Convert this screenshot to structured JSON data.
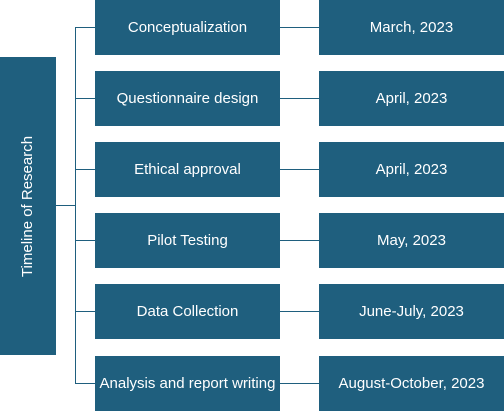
{
  "root_label": "Timeline of Research",
  "stages": [
    {
      "name": "Conceptualization",
      "date": "March, 2023"
    },
    {
      "name": "Questionnaire design",
      "date": "April, 2023"
    },
    {
      "name": "Ethical approval",
      "date": "April, 2023"
    },
    {
      "name": "Pilot Testing",
      "date": "May, 2023"
    },
    {
      "name": "Data Collection",
      "date": "June-July, 2023"
    },
    {
      "name": "Analysis and report writing",
      "date": "August-October, 2023"
    }
  ],
  "colors": {
    "box_fill": "#1f5f7e",
    "text": "#ffffff",
    "connector": "#1f5f7e"
  }
}
